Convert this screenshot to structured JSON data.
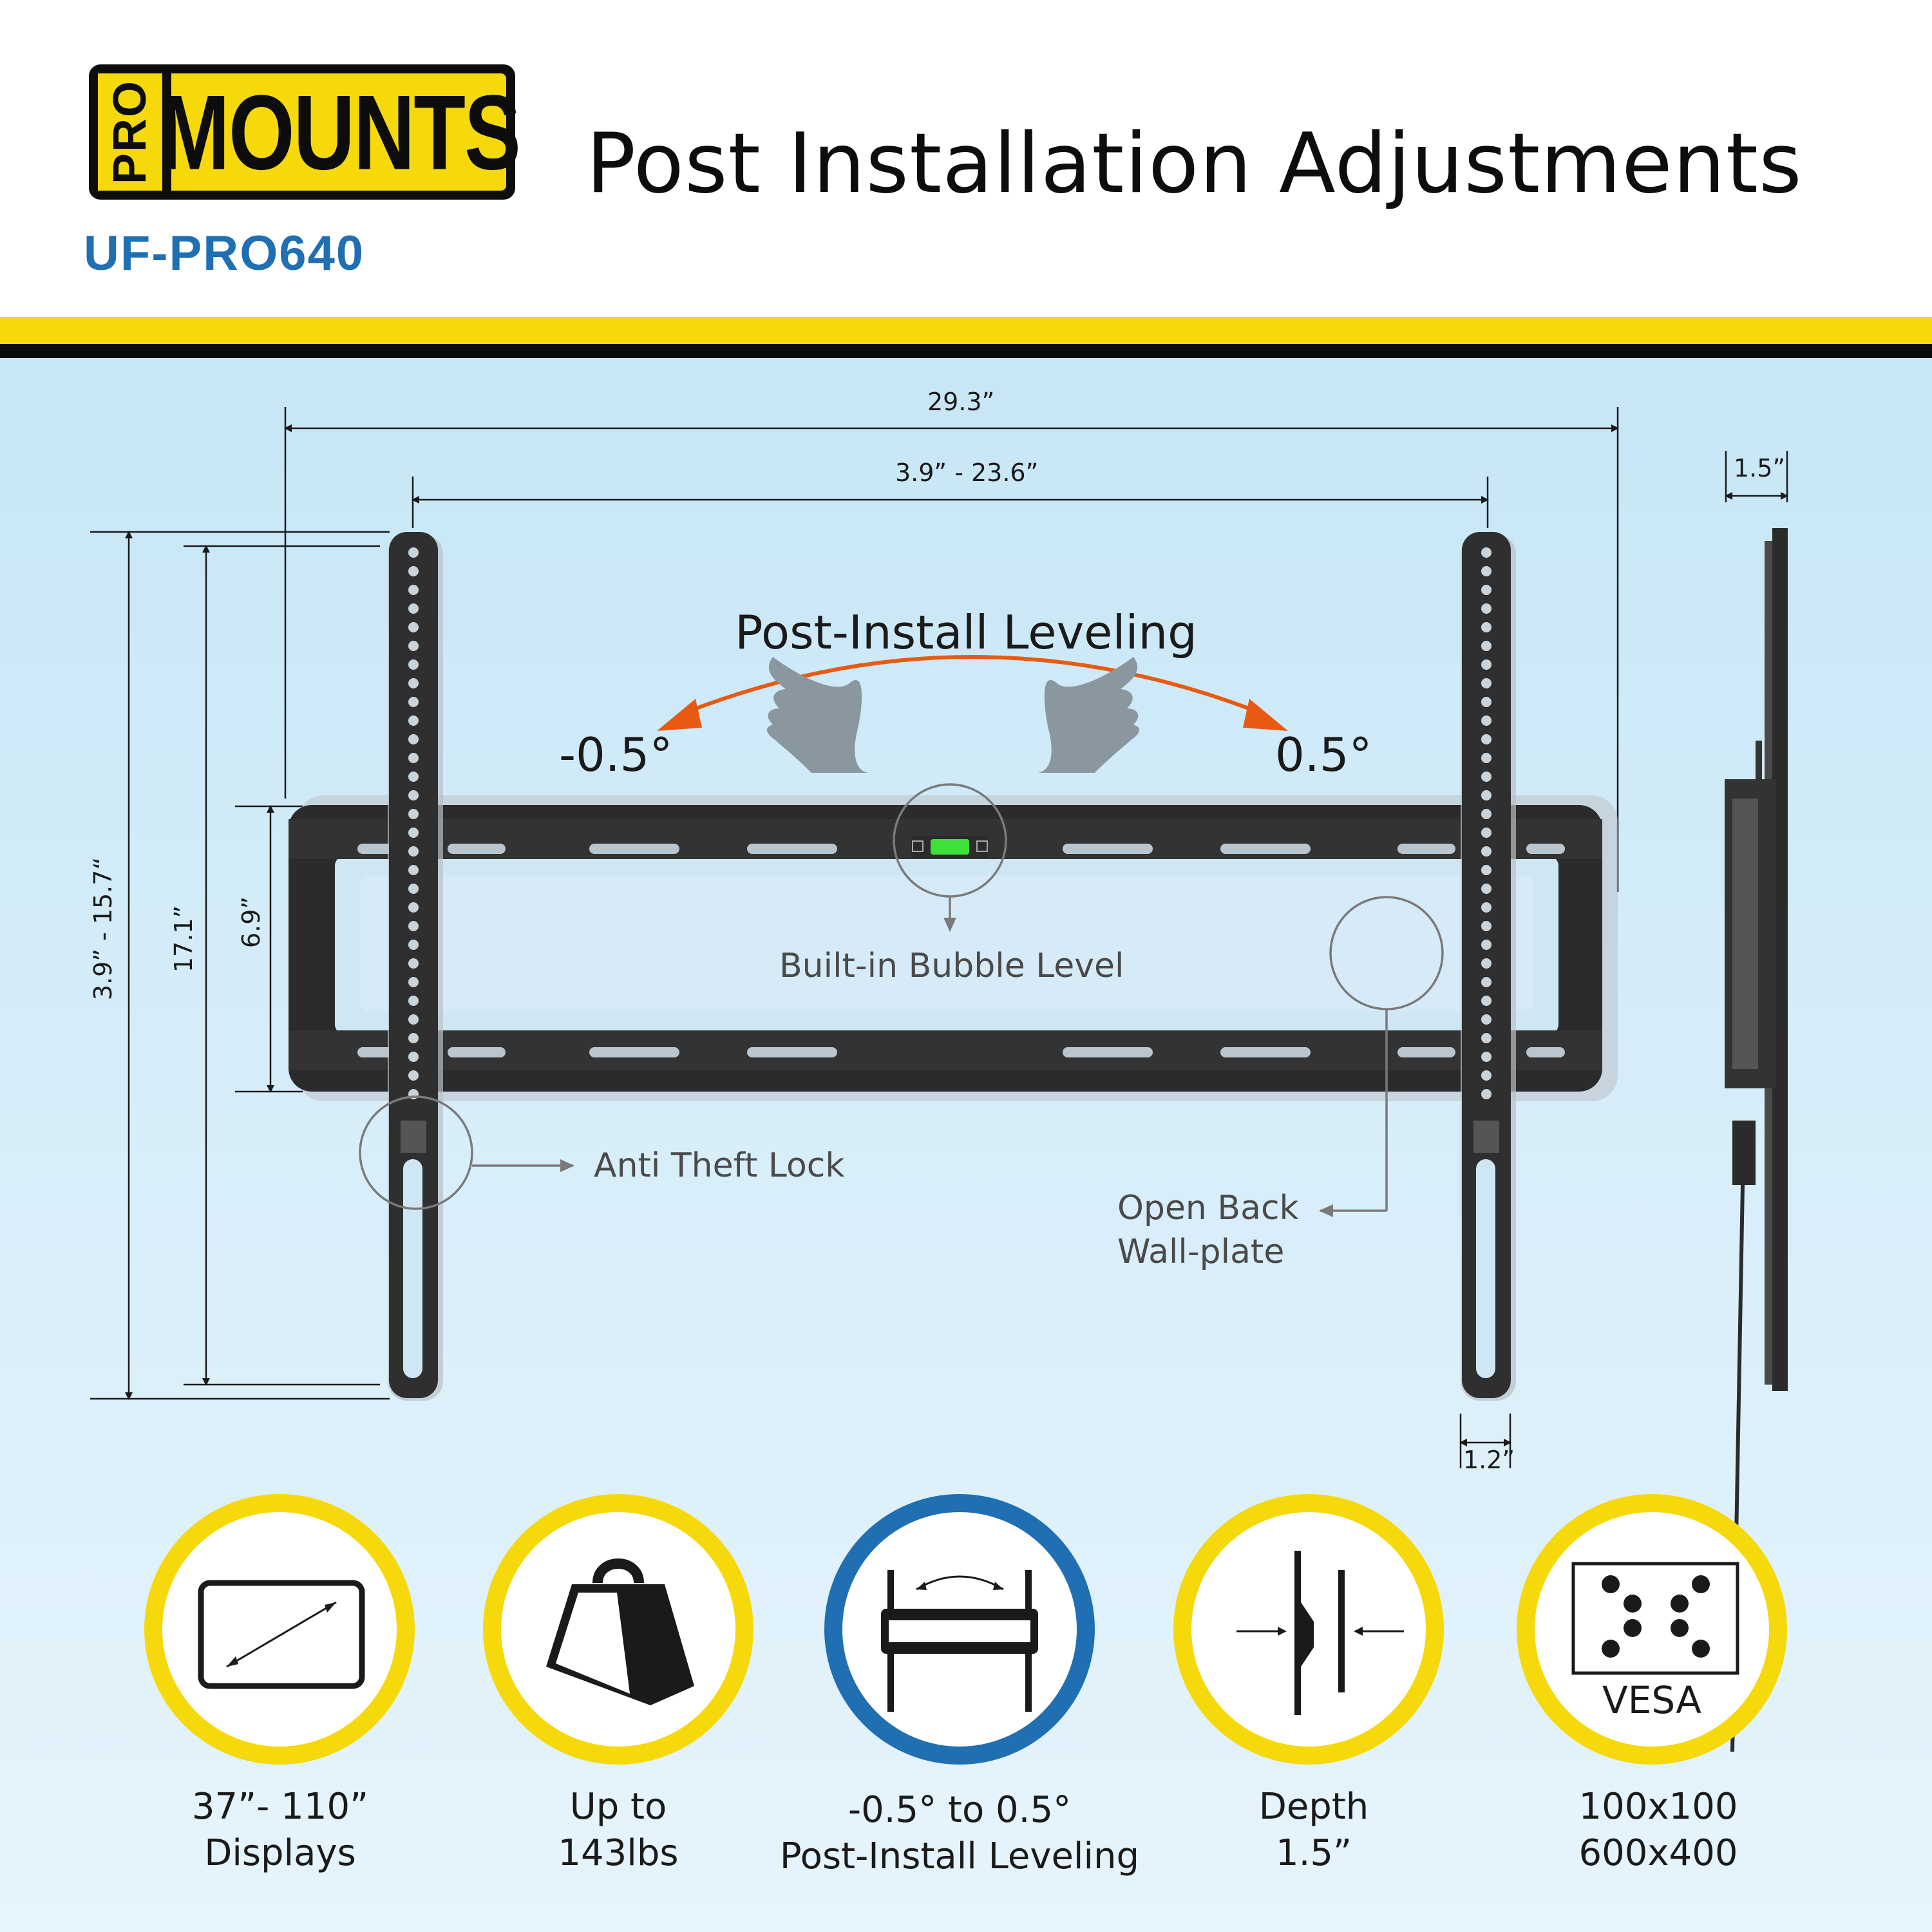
{
  "header": {
    "logo_pro": "PRO",
    "logo_mounts": "MOUNTS",
    "model": "UF-PRO640",
    "title": "Post Installation Adjustments"
  },
  "dimensions": {
    "overall_width": "29.3”",
    "arm_spacing": "3.9” - 23.6”",
    "depth_side": "1.5”",
    "arm_width": "1.2”",
    "vertical_range": "3.9” - 15.7“",
    "arm_height": "17.1”",
    "wallplate_height": "6.9”"
  },
  "callouts": {
    "leveling_title": "Post-Install Leveling",
    "angle_left": "-0.5°",
    "angle_right": "0.5°",
    "bubble_level": "Built-in Bubble Level",
    "anti_theft": "Anti Theft Lock",
    "open_back_line1": "Open Back",
    "open_back_line2": "Wall-plate"
  },
  "features": [
    {
      "icon": "display-size-icon",
      "line1": "37”- 110”",
      "line2": "Displays",
      "ring": "yellow"
    },
    {
      "icon": "weight-icon",
      "line1": "Up to",
      "line2": "143lbs",
      "ring": "yellow"
    },
    {
      "icon": "leveling-icon",
      "line1": "-0.5° to 0.5°",
      "line2": "Post-Install Leveling",
      "ring": "blue"
    },
    {
      "icon": "depth-icon",
      "line1": "Depth",
      "line2": "1.5”",
      "ring": "yellow"
    },
    {
      "icon": "vesa-icon",
      "line1": "100x100",
      "line2": "600x400",
      "ring": "yellow",
      "badge": "VESA"
    }
  ],
  "colors": {
    "brand_yellow": "#f5d90a",
    "brand_blue": "#1f6fb2",
    "arrow_orange": "#e85a12",
    "mount_black": "#2b2b2b",
    "background_blue": "#cfe9f7"
  }
}
